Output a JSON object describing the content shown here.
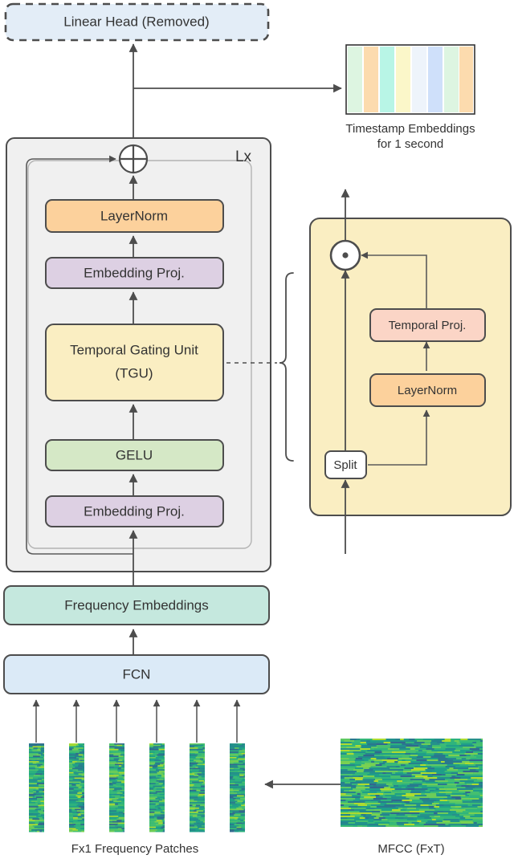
{
  "diagram": {
    "title_nodes": {
      "linear_head": "Linear Head (Removed)",
      "layernorm_main": "LayerNorm",
      "embedding_proj_top": "Embedding Proj.",
      "tgu_line1": "Temporal Gating Unit",
      "tgu_line2": "(TGU)",
      "gelu": "GELU",
      "embedding_proj_bottom": "Embedding Proj.",
      "frequency_embeddings": "Frequency Embeddings",
      "fcn": "FCN",
      "lx": "Lx",
      "split": "Split",
      "temporal_proj": "Temporal Proj.",
      "layernorm_tgu": "LayerNorm"
    },
    "captions": {
      "timestamp_line1": "Timestamp Embeddings",
      "timestamp_line2": "for 1 second",
      "freq_patches": "Fx1 Frequency Patches",
      "mfcc": "MFCC (FxT)"
    },
    "operators": {
      "add": "⊕",
      "multiply": "⊙"
    },
    "colors": {
      "linear_head_fill": "#e3edf7",
      "layernorm_fill": "#fcd19c",
      "embedding_proj_fill": "#ddd0e3",
      "tgu_fill": "#faeec2",
      "gelu_fill": "#d5e8c6",
      "frequency_embeddings_fill": "#c5e8de",
      "fcn_fill": "#dbeaf7",
      "tgu_panel_fill": "#faeec2",
      "temporal_proj_fill": "#fbd5c6",
      "split_fill": "#ffffff",
      "lx_panel_fill": "#f0f0f0",
      "stroke": "#4d4d4d"
    },
    "timestamp_strips": [
      "#ddf5e1",
      "#fcdbae",
      "#b8f5e6",
      "#fbf7c9",
      "#eef4fb",
      "#cfe0fa",
      "#ddf5e1",
      "#fcdbae"
    ]
  }
}
